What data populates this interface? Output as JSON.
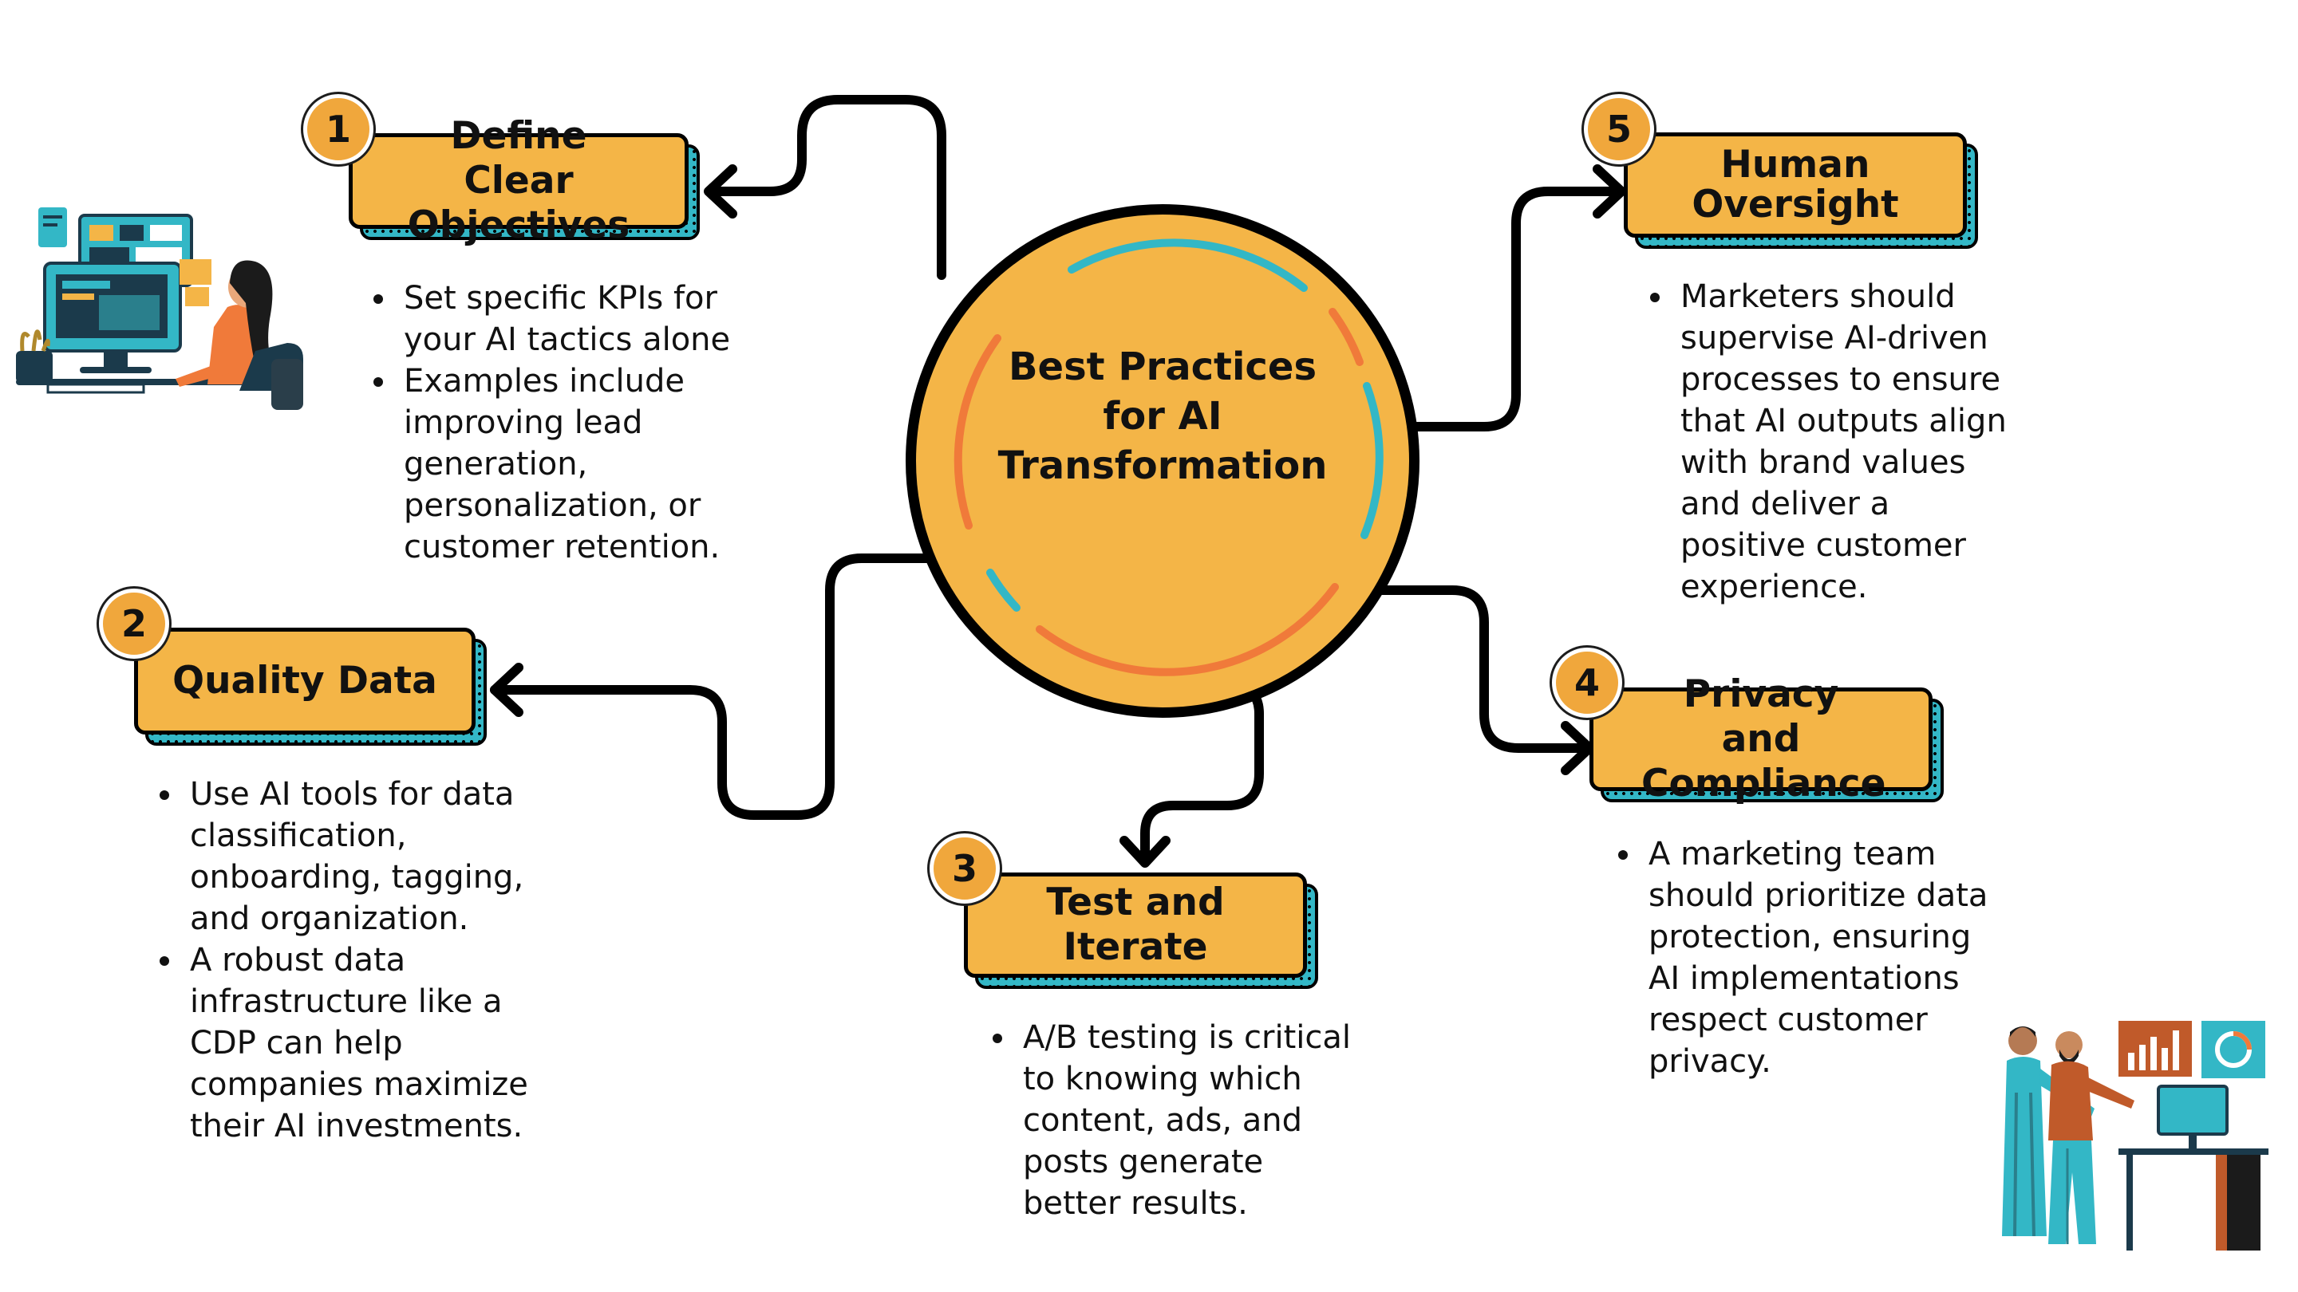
{
  "hub": {
    "title": "Best Practices for AI Transformation"
  },
  "colors": {
    "accent": "#F4B547",
    "badge": "#F0A73C",
    "teal": "#33B7C6",
    "orange": "#F07A3A",
    "ink": "#000000"
  },
  "steps": [
    {
      "number": "1",
      "title": "Define Clear Objectives",
      "bullets": [
        "Set specific KPIs for your AI tactics alone",
        "Examples include improving lead generation, personalization, or customer retention."
      ]
    },
    {
      "number": "2",
      "title": "Quality Data",
      "bullets": [
        "Use AI tools for data classification, onboarding, tagging, and organization.",
        "A robust data infrastructure like a CDP can help companies maximize their AI investments."
      ]
    },
    {
      "number": "3",
      "title": "Test and Iterate",
      "bullets": [
        "A/B testing is critical to knowing which content, ads, and posts generate better results."
      ]
    },
    {
      "number": "4",
      "title": "Privacy and Compliance",
      "bullets": [
        "A marketing team should prioritize data protection, ensuring AI implementations respect customer privacy."
      ]
    },
    {
      "number": "5",
      "title": "Human Oversight",
      "bullets": [
        "Marketers should supervise AI-driven processes to ensure that AI outputs align with brand values and deliver a positive customer experience."
      ]
    }
  ],
  "illustrations": [
    {
      "name": "woman-at-computer",
      "icon": "person-desk-icon"
    },
    {
      "name": "team-reviewing-charts",
      "icon": "people-charts-icon"
    }
  ]
}
